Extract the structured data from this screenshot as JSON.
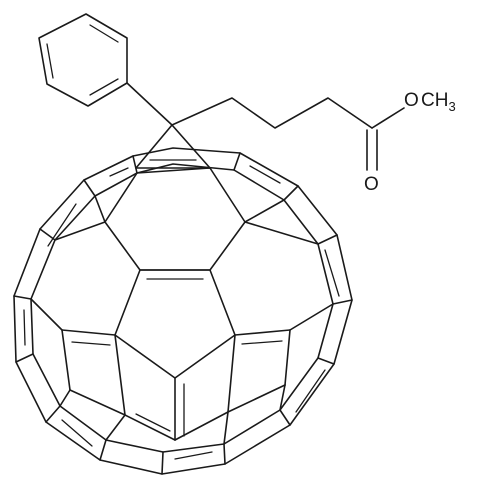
{
  "molecule": {
    "ester_oxygen": "O",
    "methyl_carbon": "CH",
    "methyl_h_count": "3",
    "carbonyl_oxygen": "O"
  },
  "colors": {
    "ink": "#1a1a1a",
    "background": "#ffffff"
  }
}
